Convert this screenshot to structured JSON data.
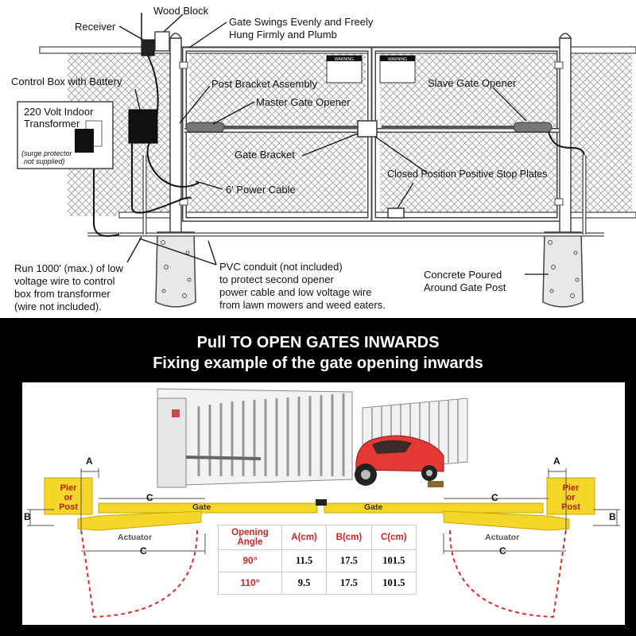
{
  "top_diagram": {
    "labels": {
      "receiver": "Receiver",
      "wood_block": "Wood Block",
      "gate_swings_1": "Gate Swings Evenly and Freely",
      "gate_swings_2": "Hung Firmly and Plumb",
      "control_box": "Control Box with Battery",
      "post_bracket": "Post Bracket Assembly",
      "master_opener": "Master Gate Opener",
      "slave_opener": "Slave Gate Opener",
      "transformer_1": "220 Volt Indoor",
      "transformer_2": "Transformer",
      "surge_1": "(surge protector",
      "surge_2": "not supplied)",
      "gate_bracket": "Gate Bracket",
      "stop_plates": "Closed Position Positive Stop Plates",
      "power_cable": "6' Power Cable",
      "run_1": "Run 1000' (max.) of low",
      "run_2": "voltage wire to control",
      "run_3": "box from transformer",
      "run_4": "(wire not included).",
      "pvc_1": "PVC conduit (not included)",
      "pvc_2": "to protect second opener",
      "pvc_3": "power cable and low voltage wire",
      "pvc_4": "from lawn mowers and weed eaters.",
      "concrete_1": "Concrete Poured",
      "concrete_2": "Around Gate Post",
      "warning": "WARNING"
    }
  },
  "bottom_diagram": {
    "title_1": "Pull TO OPEN GATES INWARDS",
    "title_2": "Fixing example of the gate opening inwards",
    "pier_left": [
      "Pier",
      "or",
      "Post"
    ],
    "pier_right": [
      "Pier",
      "or",
      "Post"
    ],
    "gate_left": "Gate",
    "gate_right": "Gate",
    "actuator_left": "Actuator",
    "actuator_right": "Actuator",
    "dims": {
      "a": "A",
      "b": "B",
      "c": "C"
    },
    "table": {
      "headers": [
        "Opening Angle",
        "A(cm)",
        "B(cm)",
        "C(cm)"
      ],
      "header_line1": "Opening",
      "header_line2": "Angle",
      "rows": [
        {
          "angle": "90°",
          "a": "11.5",
          "b": "17.5",
          "c": "101.5"
        },
        {
          "angle": "110°",
          "a": "9.5",
          "b": "17.5",
          "c": "101.5"
        }
      ]
    },
    "colors": {
      "yellow": "#f4d72a",
      "red_dash": "#d32f2f",
      "car": "#e53935",
      "title_bg": "#000000"
    }
  }
}
